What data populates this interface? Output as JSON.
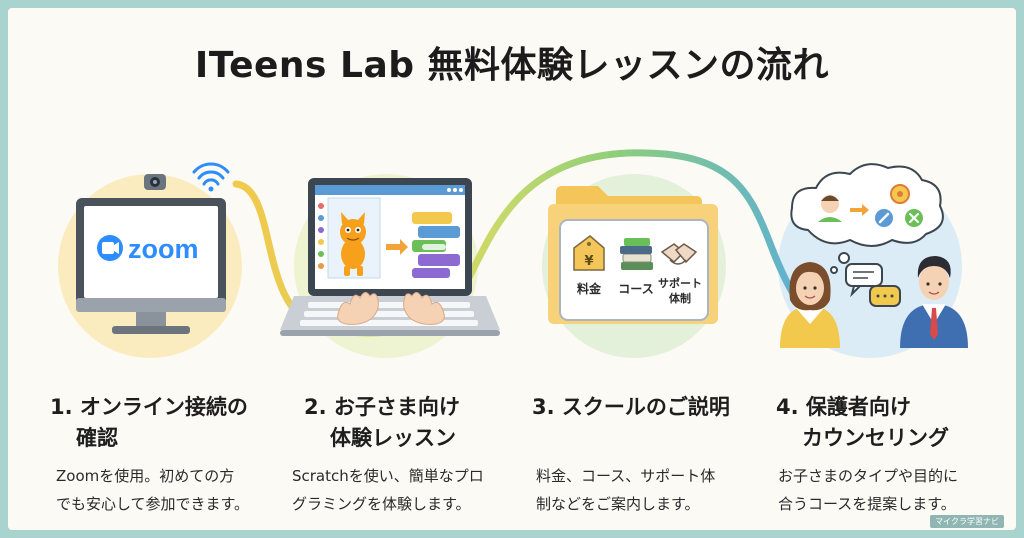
{
  "title": "ITeens Lab 無料体験レッスンの流れ",
  "footer_badge": "マイクラ学習ナビ",
  "zoom_logo_text": "zoom",
  "steps": [
    {
      "line1": "1. オンライン接続の",
      "line2": "確認",
      "desc1": "Zoomを使用。初めての方",
      "desc2": "でも安心して参加できます。",
      "icon": "monitor-zoom-icon"
    },
    {
      "line1": "2. お子さま向け",
      "line2": "体験レッスン",
      "desc1": "Scratchを使い、簡単なプロ",
      "desc2": "グラミングを体験します。",
      "icon": "laptop-scratch-icon"
    },
    {
      "line1": "3. スクールのご説明",
      "line2": "",
      "desc1": "料金、コース、サポート体",
      "desc2": "制などをご案内します。",
      "icon": "folder-icon",
      "card_labels": {
        "fee": "料金",
        "course": "コース",
        "support1": "サポート",
        "support2": "体制"
      }
    },
    {
      "line1": "4. 保護者向け",
      "line2": "カウンセリング",
      "desc1": "お子さまのタイプや目的に",
      "desc2": "合うコースを提案します。",
      "icon": "counseling-icon"
    }
  ],
  "colors": {
    "border": "#a9d3cf",
    "background": "#fbfaf5",
    "zoom_blue": "#2d8cff",
    "path_yellow": "#f2c94c",
    "path_green": "#8fcf7a",
    "path_blue": "#5aaed8"
  }
}
